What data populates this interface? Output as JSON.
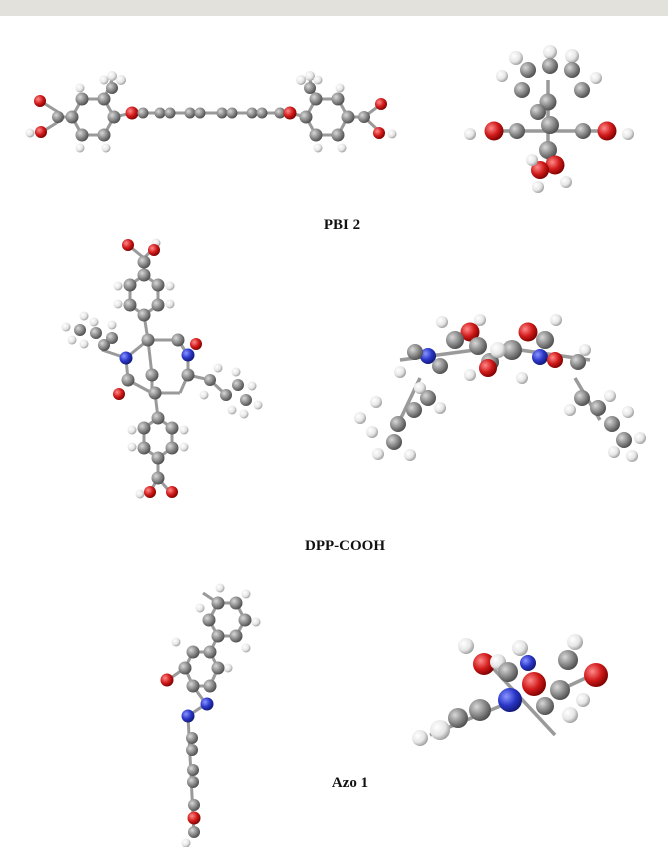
{
  "figure": {
    "panels": [
      {
        "id": "pbi2",
        "caption": "PBI 2"
      },
      {
        "id": "dpp-cooh",
        "caption": "DPP-COOH"
      },
      {
        "id": "azo1",
        "caption": "Azo 1"
      }
    ]
  },
  "atom_colors": {
    "C": "#8a8a8a",
    "H": "#e6e6e6",
    "O": "#d11a1a",
    "N": "#2a36c8"
  }
}
